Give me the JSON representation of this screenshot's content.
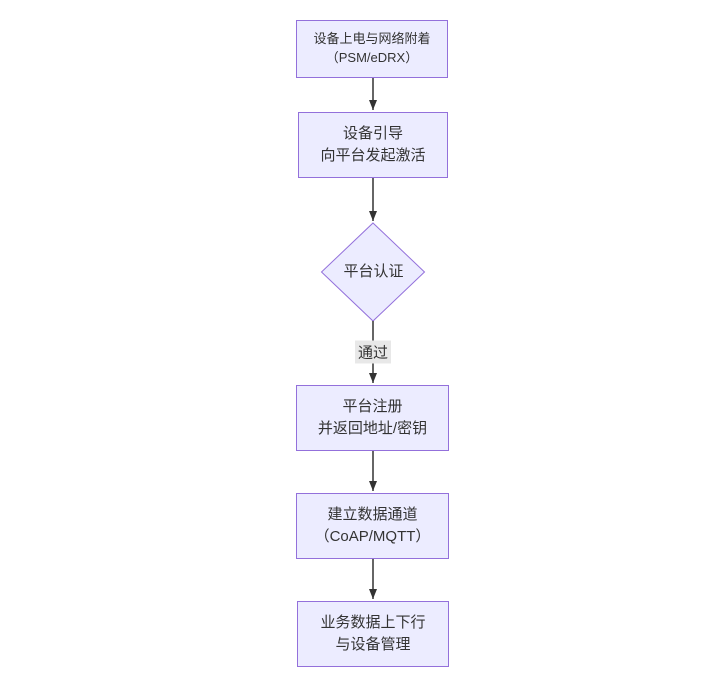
{
  "diagram": {
    "type": "flowchart",
    "direction": "top-down",
    "nodes": [
      {
        "id": "power-attach",
        "shape": "rect",
        "lines": [
          "设备上电与网络附着",
          "（PSM/eDRX）"
        ]
      },
      {
        "id": "bootstrap",
        "shape": "rect",
        "lines": [
          "设备引导",
          "向平台发起激活"
        ]
      },
      {
        "id": "auth",
        "shape": "diamond",
        "lines": [
          "平台认证"
        ]
      },
      {
        "id": "register",
        "shape": "rect",
        "lines": [
          "平台注册",
          "并返回地址/密钥"
        ]
      },
      {
        "id": "channel",
        "shape": "rect",
        "lines": [
          "建立数据通道",
          "（CoAP/MQTT）"
        ]
      },
      {
        "id": "business",
        "shape": "rect",
        "lines": [
          "业务数据上下行",
          "与设备管理"
        ]
      }
    ],
    "edges": [
      {
        "from": "power-attach",
        "to": "bootstrap",
        "label": ""
      },
      {
        "from": "bootstrap",
        "to": "auth",
        "label": ""
      },
      {
        "from": "auth",
        "to": "register",
        "label": "通过"
      },
      {
        "from": "register",
        "to": "channel",
        "label": ""
      },
      {
        "from": "channel",
        "to": "business",
        "label": ""
      }
    ],
    "colors": {
      "node_fill": "#ECECFF",
      "node_border": "#9370DB",
      "arrow": "#333333",
      "edge_label_bg": "#e8e8e8",
      "text": "#333333",
      "background": "#ffffff"
    }
  }
}
